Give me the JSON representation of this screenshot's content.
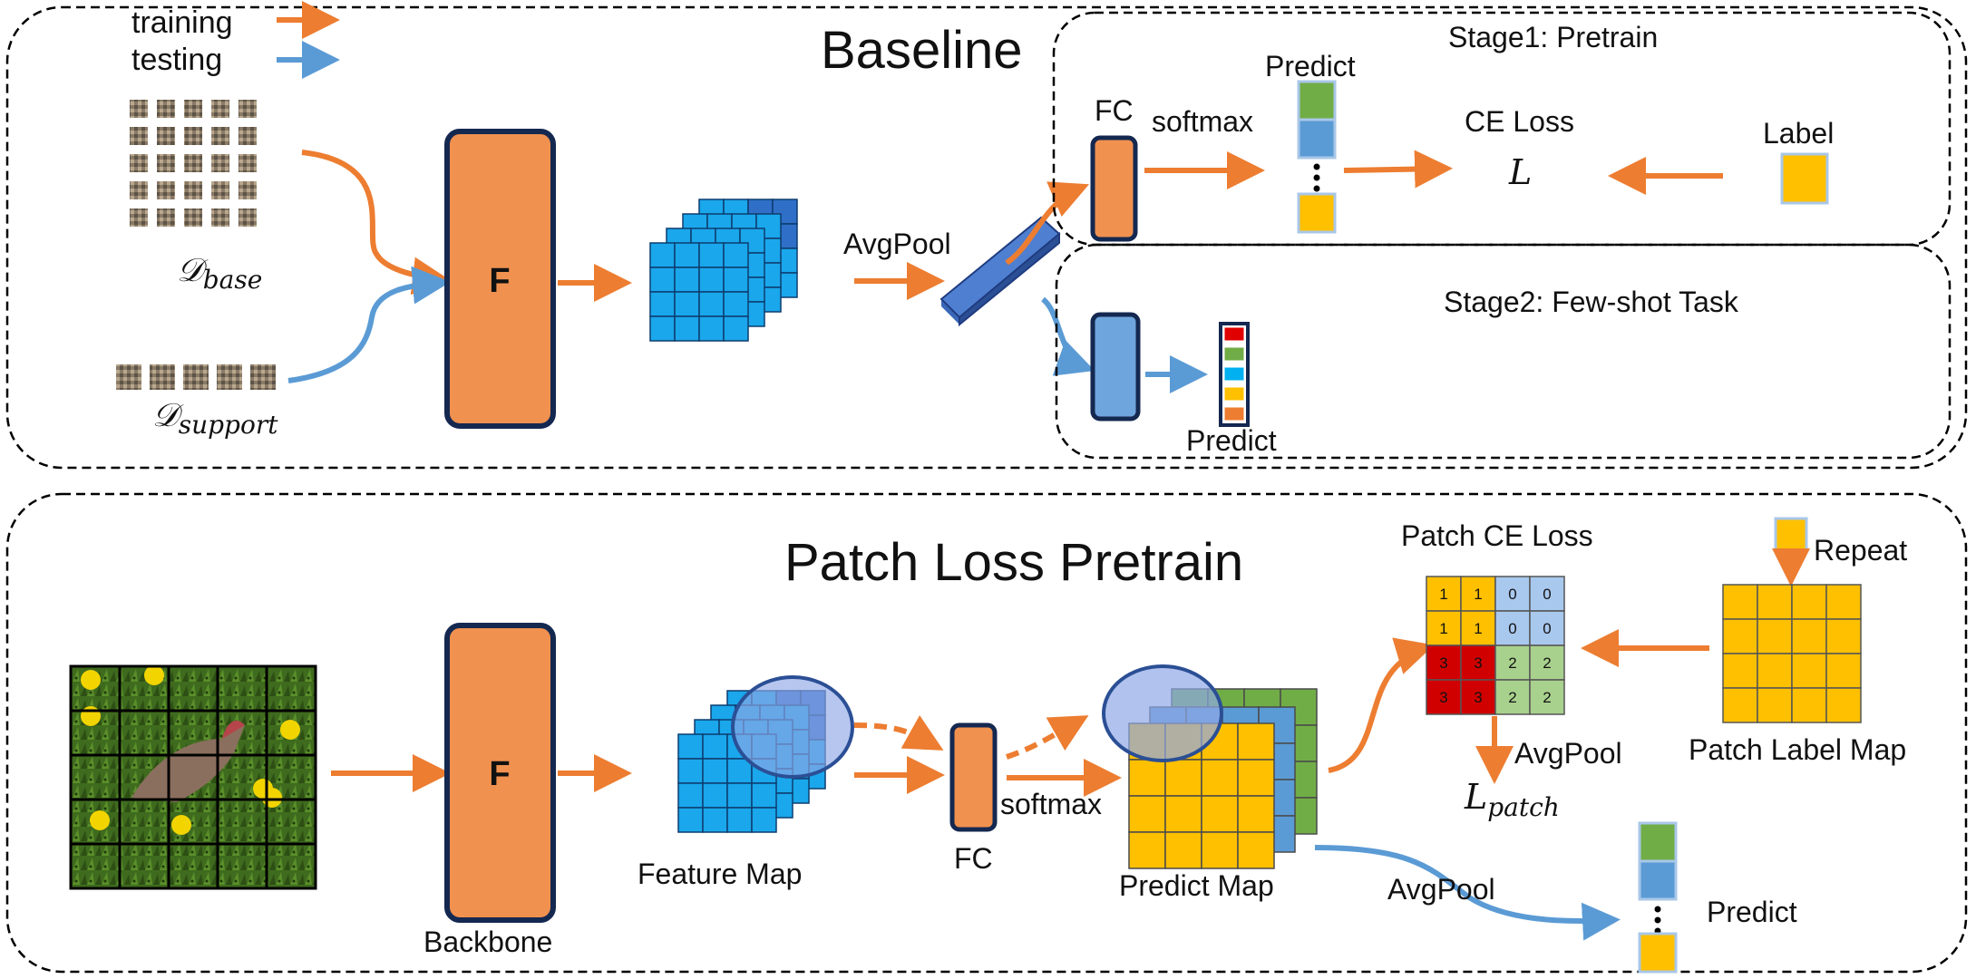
{
  "legend": {
    "training": "training",
    "testing": "testing"
  },
  "colors": {
    "train_arrow": "#ed7d31",
    "test_arrow": "#5b9bd5",
    "block_fill": "#f0914f",
    "block_stroke": "#142850",
    "cube": "#1aa7ec",
    "cube_dark": "#2f6fc8",
    "green": "#70ad47",
    "blue": "#5b9bd5",
    "yellow": "#ffc000",
    "red": "#e00000",
    "cyan": "#00b0f0",
    "orange": "#ed7d31"
  },
  "baseline": {
    "title": "Baseline",
    "d_base": "𝒟",
    "d_base_sub": "base",
    "d_support": "𝒟",
    "d_support_sub": "support",
    "backbone_label": "F",
    "avgpool": "AvgPool",
    "stage1": {
      "title": "Stage1: Pretrain",
      "fc": "FC",
      "softmax": "softmax",
      "predict": "Predict",
      "ce_loss": "CE Loss",
      "loss_symbol": "L",
      "label": "Label"
    },
    "stage2": {
      "title": "Stage2: Few-shot Task",
      "predict": "Predict"
    }
  },
  "patch": {
    "title": "Patch Loss Pretrain",
    "backbone_label": "F",
    "backbone_caption": "Backbone",
    "feature_map": "Feature Map",
    "fc": "FC",
    "softmax": "softmax",
    "predict_map": "Predict  Map",
    "patch_ce_loss": "Patch CE Loss",
    "repeat": "Repeat",
    "avgpool_loss": "AvgPool",
    "loss_symbol": "L",
    "loss_sub": "patch",
    "patch_label_map": "Patch Label  Map",
    "avgpool_predict": "AvgPool",
    "predict": "Predict",
    "loss_grid_values": [
      [
        "1",
        "1",
        "0",
        "0"
      ],
      [
        "1",
        "1",
        "0",
        "0"
      ],
      [
        "3",
        "3",
        "2",
        "2"
      ],
      [
        "3",
        "3",
        "2",
        "2"
      ]
    ]
  }
}
